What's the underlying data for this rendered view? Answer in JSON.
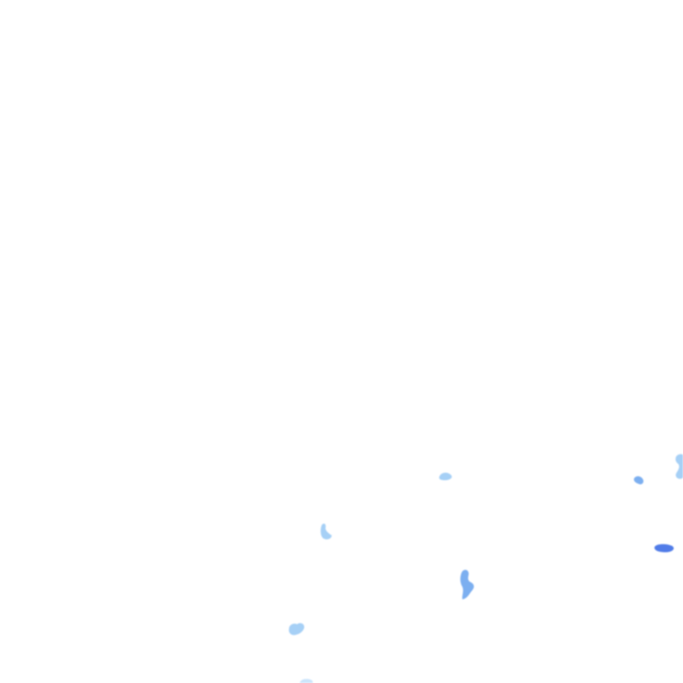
{
  "radar_overlay": {
    "background_color": "#ffffff",
    "intensity_colors": {
      "very_light": "#c6e2fb",
      "light": "#9ccbf5",
      "moderate": "#6fa6ee",
      "heavy": "#3e6fe6"
    },
    "echoes": [
      {
        "name": "echo-cell-center-upper",
        "intensity": "light"
      },
      {
        "name": "echo-cell-east-upper",
        "intensity": "moderate"
      },
      {
        "name": "echo-cell-east-edge",
        "intensity": "light"
      },
      {
        "name": "echo-cell-west-middle",
        "intensity": "light"
      },
      {
        "name": "echo-cell-east-middle",
        "intensity": "heavy"
      },
      {
        "name": "echo-cell-center-lower",
        "intensity": "moderate"
      },
      {
        "name": "echo-cell-southwest",
        "intensity": "light"
      },
      {
        "name": "echo-cell-south-edge",
        "intensity": "very_light"
      }
    ]
  }
}
